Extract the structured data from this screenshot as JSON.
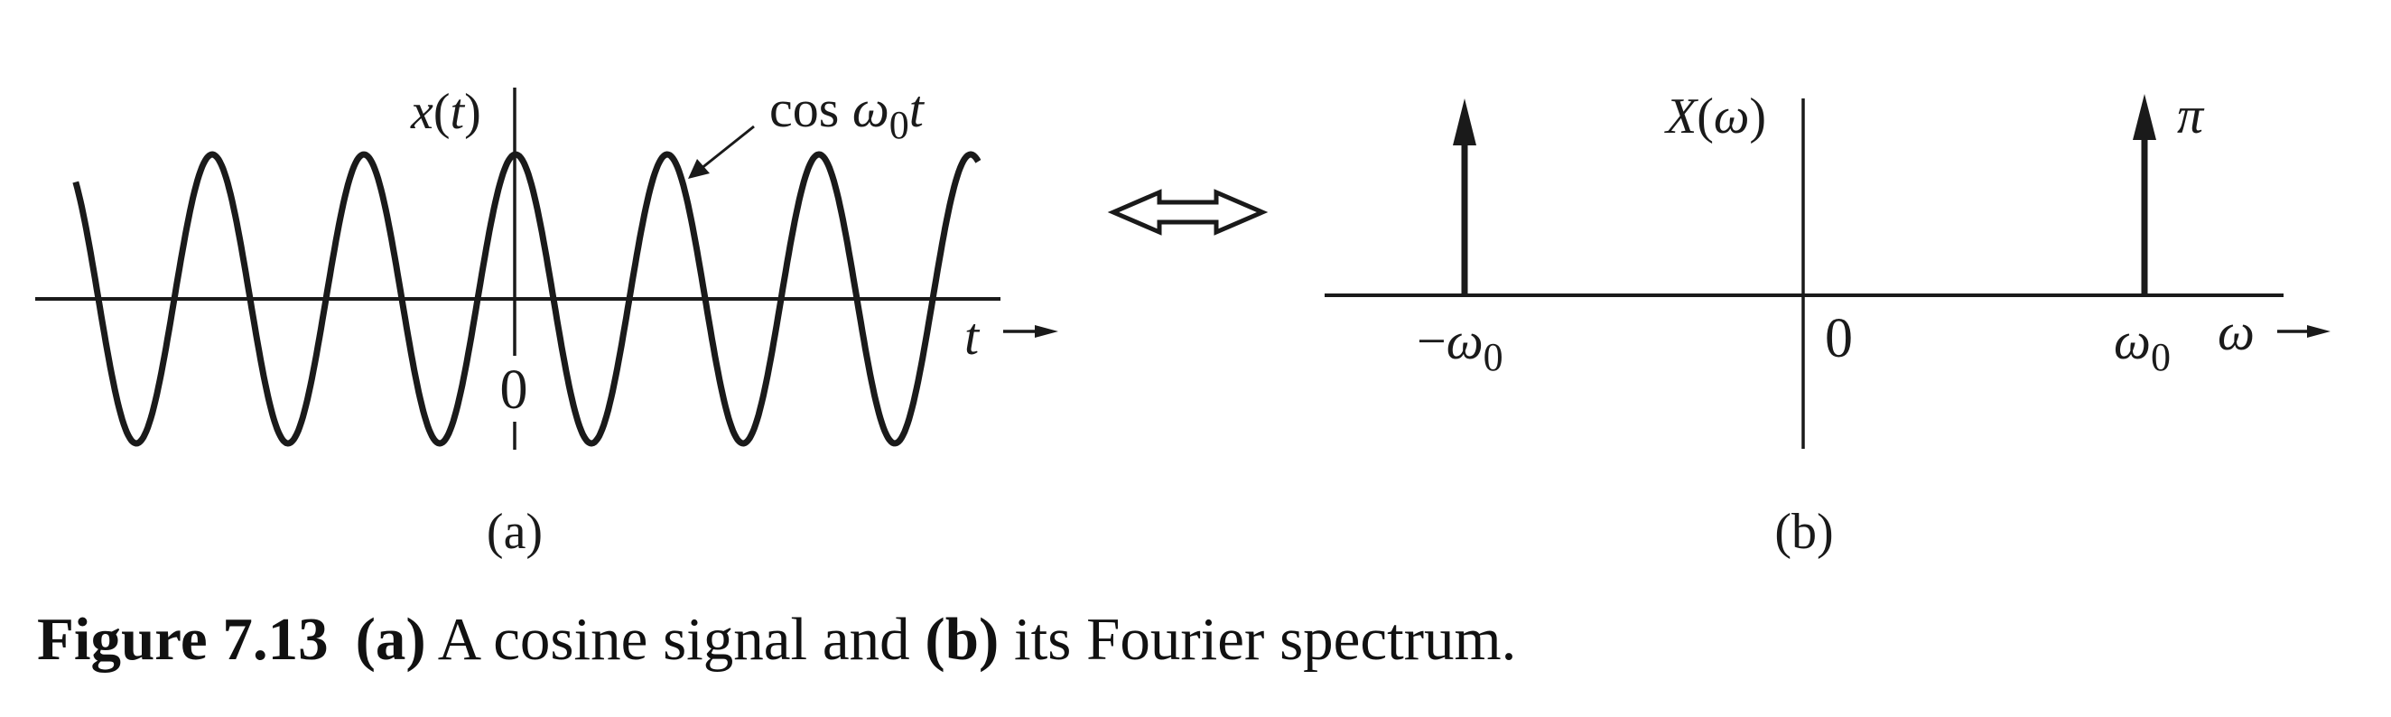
{
  "figure": {
    "number": "Figure 7.13",
    "caption_parts": {
      "part_a_label": "(a)",
      "part_a_text": " A cosine signal and ",
      "part_b_label": "(b)",
      "part_b_text": " its Fourier spectrum."
    },
    "colors": {
      "ink": "#1a1a1a",
      "background": "#ffffff"
    }
  },
  "panel_a": {
    "sublabel": "(a)",
    "y_axis_label_fn": "x",
    "y_axis_label_var": "t",
    "x_axis_label": "t",
    "origin_tick": "0",
    "curve_label_fn": "cos ",
    "curve_label_omega": "ω",
    "curve_label_sub": "0",
    "curve_label_var": "t"
  },
  "equivalence_symbol": "⟺",
  "panel_b": {
    "sublabel": "(b)",
    "y_axis_label_fn": "X",
    "y_axis_label_var": "ω",
    "x_axis_label": "ω",
    "origin_tick": "0",
    "neg_tick_sign": "−",
    "neg_tick_symbol": "ω",
    "neg_tick_sub": "0",
    "pos_tick_symbol": "ω",
    "pos_tick_sub": "0",
    "impulse_weight_label": "π"
  },
  "chart_data": [
    {
      "type": "line",
      "title": "(a) A cosine signal",
      "xlabel": "t",
      "ylabel": "x(t)",
      "series": [
        {
          "name": "cos ω0t",
          "function": "cos(ω0 t)",
          "amplitude": 1,
          "peaks_at_t_periods": [
            -2,
            -1,
            0,
            1,
            2,
            3
          ],
          "visible_t_range_periods": [
            -2.9,
            3.05
          ]
        }
      ],
      "x_ticks": [
        "0"
      ],
      "grid": false
    },
    {
      "type": "bar",
      "subtype": "impulse",
      "title": "(b) its Fourier spectrum",
      "xlabel": "ω",
      "ylabel": "X(ω)",
      "categories": [
        "−ω0",
        "ω0"
      ],
      "values": [
        3.14159,
        3.14159
      ],
      "value_labels": [
        "",
        "π"
      ],
      "x_ticks": [
        "−ω0",
        "0",
        "ω0"
      ],
      "grid": false
    }
  ]
}
